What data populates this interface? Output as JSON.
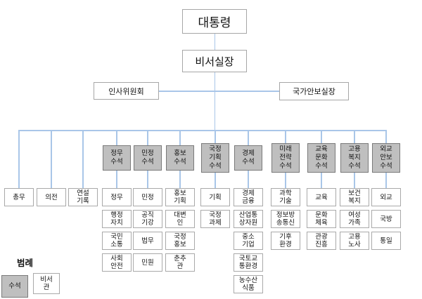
{
  "top": {
    "president": "대통령",
    "chief_of_staff": "비서실장",
    "personnel_committee": "인사위원회",
    "national_security_office": "국가안보실장"
  },
  "columns": [
    {
      "head": null,
      "children": [
        "총무"
      ]
    },
    {
      "head": null,
      "children": [
        "의전"
      ]
    },
    {
      "head": null,
      "children": [
        "연설\n기록"
      ]
    },
    {
      "head": "정무\n수석",
      "children": [
        "정무",
        "행정\n자치",
        "국민\n소통",
        "사회\n안전"
      ]
    },
    {
      "head": "민정\n수석",
      "children": [
        "민정",
        "공직\n기강",
        "법무",
        "민원"
      ]
    },
    {
      "head": "홍보\n수석",
      "children": [
        "홍보\n기획",
        "대변\n인",
        "국정\n홍보",
        "춘추\n관"
      ]
    },
    {
      "head": "국정\n기획\n수석",
      "children": [
        "기획",
        "국정\n과제"
      ]
    },
    {
      "head": "경제\n수석",
      "children": [
        "경제\n금융",
        "산업통\n상자원",
        "중소\n기업",
        "국토교\n통환경",
        "농수산\n식품"
      ]
    },
    {
      "head": "미래\n전략\n수석",
      "children": [
        "과학\n기술",
        "정보방\n송통신",
        "기후\n환경"
      ]
    },
    {
      "head": "교육\n문화\n수석",
      "children": [
        "교육",
        "문화\n체육",
        "관광\n진흥"
      ]
    },
    {
      "head": "고용\n복지\n수석",
      "children": [
        "보건\n복지",
        "여성\n가족",
        "고용\n노사"
      ]
    },
    {
      "head": "외교\n안보\n수석",
      "children": [
        "외교",
        "국방",
        "통일"
      ]
    }
  ],
  "legend": {
    "title": "범례",
    "items": [
      {
        "label": "수석",
        "style": "suseok"
      },
      {
        "label": "비서\n관",
        "style": "biseogwan"
      }
    ]
  },
  "colors": {
    "connector": "#a9c6e8",
    "head_fill": "#bfbfbf",
    "head_border": "#7a7a7a",
    "box_border": "#a9a9a9"
  }
}
